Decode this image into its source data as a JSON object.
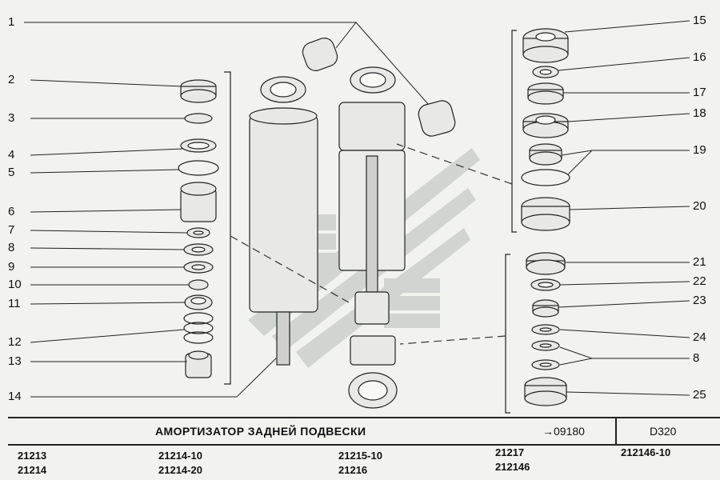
{
  "callouts_left": [
    "1",
    "2",
    "3",
    "4",
    "5",
    "6",
    "7",
    "8",
    "9",
    "10",
    "11",
    "12",
    "13",
    "14"
  ],
  "callouts_right": [
    "15",
    "16",
    "17",
    "18",
    "19",
    "20",
    "21",
    "22",
    "23",
    "24",
    "8",
    "25"
  ],
  "footer": {
    "title": "АМОРТИЗАТОР ЗАДНЕЙ ПОДВЕСКИ",
    "ref": "→09180",
    "code": "D320"
  },
  "models": [
    [
      "21213",
      "21214"
    ],
    [
      "21214-10",
      "21214-20"
    ],
    [
      "21215-10",
      "21216"
    ],
    [
      "21217",
      "212146"
    ],
    [
      "212146-10"
    ]
  ],
  "colors": {
    "background": "#f2f2ee",
    "line": "#222222",
    "watermark": "#c8ccc8"
  }
}
